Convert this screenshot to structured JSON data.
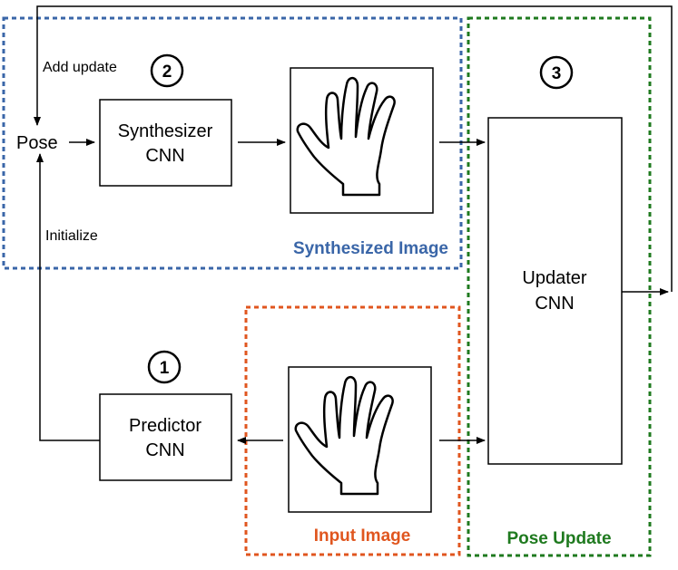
{
  "labels": {
    "pose": "Pose",
    "add_update": "Add update",
    "initialize": "Initialize"
  },
  "blocks": {
    "synthesizer": {
      "line1": "Synthesizer",
      "line2": "CNN"
    },
    "predictor": {
      "line1": "Predictor",
      "line2": "CNN"
    },
    "updater": {
      "line1": "Updater",
      "line2": "CNN"
    }
  },
  "regions": {
    "synthesized": {
      "label": "Synthesized Image",
      "color": "#3a66a8"
    },
    "input": {
      "label": "Input Image",
      "color": "#e0561f"
    },
    "update": {
      "label": "Pose Update",
      "color": "#1f7a1f"
    }
  },
  "steps": [
    "1",
    "2",
    "3"
  ],
  "colors": {
    "line": "#000000",
    "background": "#ffffff"
  }
}
